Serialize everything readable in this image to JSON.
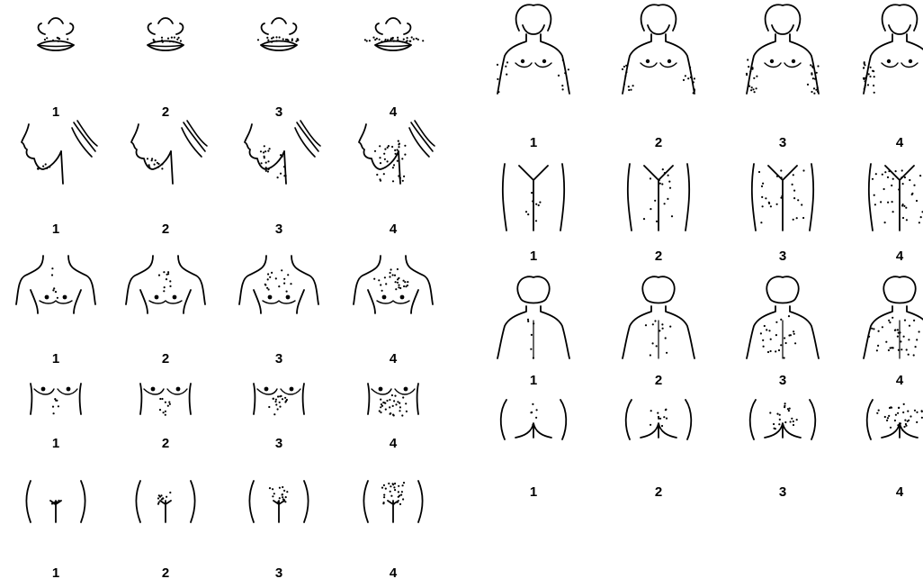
{
  "left_panel": {
    "rows": [
      {
        "region": "upper-lip",
        "labels": [
          "1",
          "2",
          "3",
          "4"
        ],
        "scores": [
          1,
          2,
          3,
          4
        ]
      },
      {
        "region": "chin",
        "labels": [
          "1",
          "2",
          "3",
          "4"
        ],
        "scores": [
          1,
          2,
          3,
          4
        ]
      },
      {
        "region": "chest",
        "labels": [
          "1",
          "2",
          "3",
          "4"
        ],
        "scores": [
          1,
          2,
          3,
          4
        ]
      },
      {
        "region": "upper-abdomen",
        "labels": [
          "1",
          "2",
          "3",
          "4"
        ],
        "scores": [
          1,
          2,
          3,
          4
        ]
      },
      {
        "region": "lower-abdomen",
        "labels": [
          "1",
          "2",
          "3",
          "4"
        ],
        "scores": [
          1,
          2,
          3,
          4
        ]
      }
    ]
  },
  "right_panel": {
    "rows": [
      {
        "region": "upper-arm",
        "labels": [
          "1",
          "2",
          "3",
          "4"
        ],
        "scores": [
          1,
          2,
          3,
          4
        ]
      },
      {
        "region": "thigh",
        "labels": [
          "1",
          "2",
          "3",
          "4"
        ],
        "scores": [
          1,
          2,
          3,
          4
        ]
      },
      {
        "region": "upper-back",
        "labels": [
          "1",
          "2",
          "3",
          "4"
        ],
        "scores": [
          1,
          2,
          3,
          4
        ]
      },
      {
        "region": "lower-back",
        "labels": [
          "1",
          "2",
          "3",
          "4"
        ],
        "scores": [
          1,
          2,
          3,
          4
        ]
      }
    ]
  },
  "colors": {
    "line": "#000000",
    "background": "#ffffff"
  }
}
